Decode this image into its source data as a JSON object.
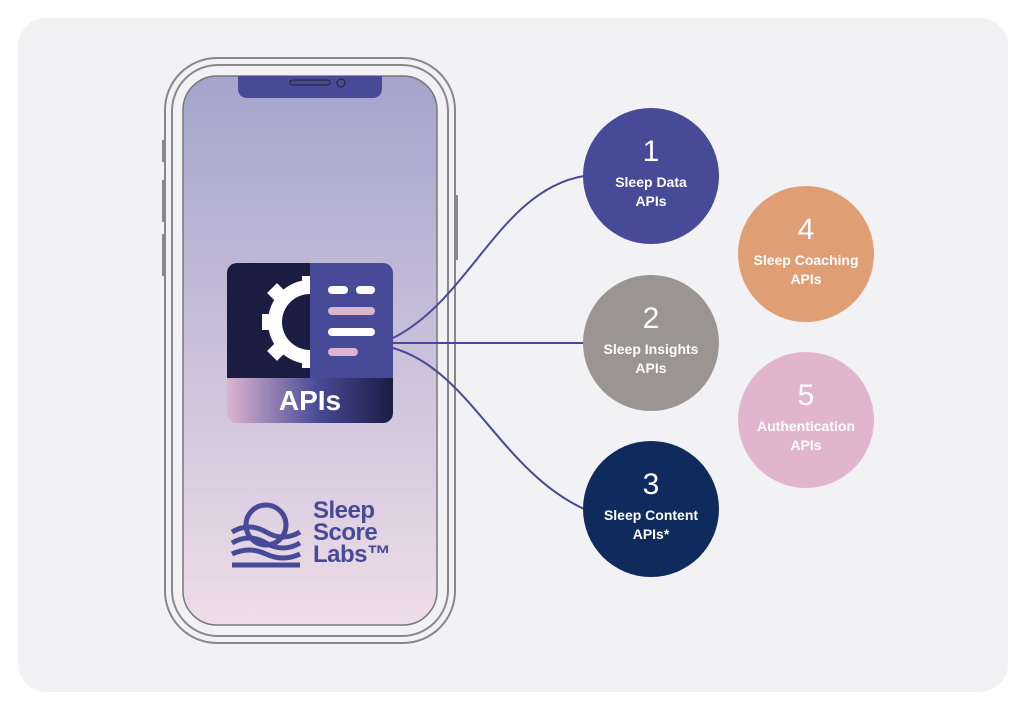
{
  "icon": {
    "label": "APIs"
  },
  "brand": {
    "line1": "Sleep",
    "line2": "Score",
    "line3": "Labs™"
  },
  "apis": [
    {
      "number": "1",
      "name": "Sleep Data",
      "suffix": "APIs",
      "color": "#474a96"
    },
    {
      "number": "2",
      "name": "Sleep Insights",
      "suffix": "APIs",
      "color": "#9a9492"
    },
    {
      "number": "3",
      "name": "Sleep Content",
      "suffix": "APIs*",
      "color": "#0f2a5c"
    },
    {
      "number": "4",
      "name": "Sleep Coaching",
      "suffix": "APIs",
      "color": "#df9e74"
    },
    {
      "number": "5",
      "name": "Authentication",
      "suffix": "APIs",
      "color": "#e2b5cf"
    }
  ]
}
